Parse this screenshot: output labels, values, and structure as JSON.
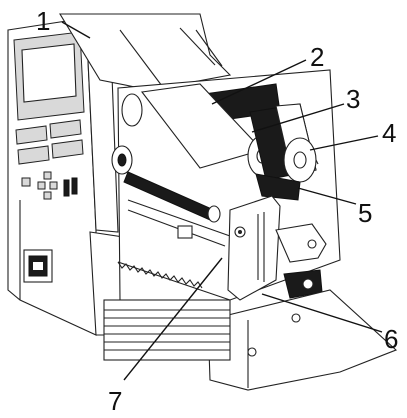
{
  "callouts": {
    "c1": "1",
    "c2": "2",
    "c3": "3",
    "c4": "4",
    "c5": "5",
    "c6": "6",
    "c7": "7"
  },
  "colors": {
    "line": "#222222",
    "ribbon": "#1a1a1a",
    "panel_shade": "#d9d9d9"
  }
}
